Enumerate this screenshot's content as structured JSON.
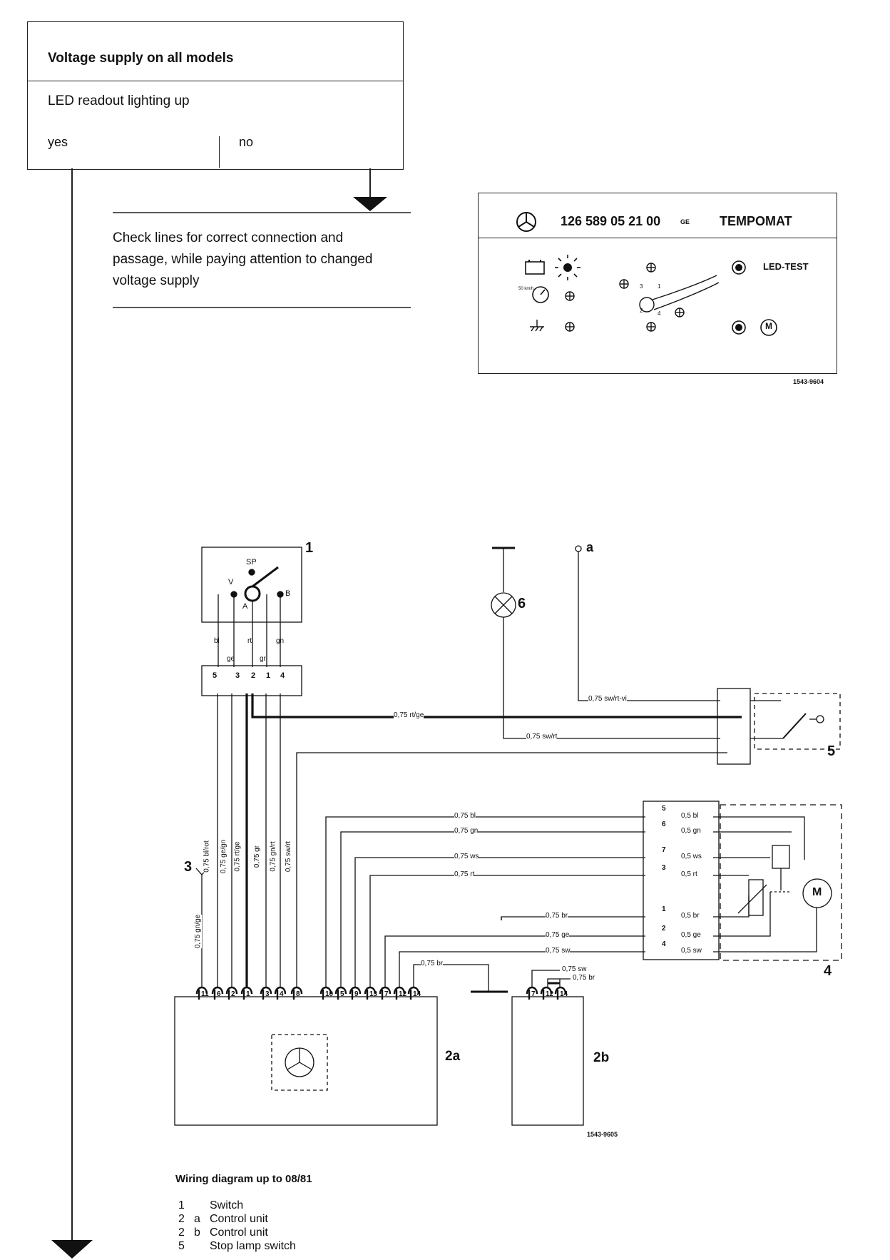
{
  "flow": {
    "title": "Voltage supply on all models",
    "question": "LED readout lighting up",
    "yes": "yes",
    "no": "no",
    "check_text": [
      "Check lines for correct connection and",
      "passage, while paying attention to changed",
      "voltage supply"
    ]
  },
  "panel": {
    "part_number": "126 589 05 21 00",
    "suffix": "GE",
    "name": "TEMPOMAT",
    "led_test": "LED-TEST",
    "motor_label": "M",
    "fig_id": "1543-9604",
    "speed": "50 km/h"
  },
  "wiring": {
    "fig_id": "1543-9605",
    "switch_labels": {
      "sp": "SP",
      "v": "V",
      "a": "A",
      "b": "B"
    },
    "comp_1": "1",
    "comp_6": "6",
    "comp_a": "a",
    "comp_3": "3",
    "comp_5": "5",
    "comp_4": "4",
    "comp_2a": "2a",
    "comp_2b": "2b",
    "top_colors": [
      "bl",
      "ge",
      "rt",
      "gr",
      "gn"
    ],
    "switch_pins": [
      "5",
      "3",
      "2",
      "1",
      "4"
    ],
    "harness_wires": [
      "0,75 bl/rot",
      "0,75 ge/gn",
      "0,75 rt/ge",
      "0,75 gr",
      "0,75 gn/rt",
      "0,75 sw/rt"
    ],
    "w_rtge": "0,75 rt/ge",
    "w_swrt": "0,75 sw/rt",
    "w_swrtvi": "0,75 sw/rt-vi",
    "w_gnge": "0,75 gn/ge",
    "left_wires": [
      "0,75 bl",
      "0,75 gn",
      "0,75 ws",
      "0,75 rt",
      "0,75 br",
      "0,75 ge",
      "0,75 sw",
      "0,75 br"
    ],
    "right_wires": [
      "0,5 bl",
      "0,5 gn",
      "0,5 ws",
      "0,5 rt",
      "0,5 br",
      "0,5 ge",
      "0,5 sw"
    ],
    "conn4_pins": [
      "5",
      "6",
      "7",
      "3",
      "1",
      "2",
      "4"
    ],
    "pins_2a": [
      "11",
      "6",
      "2",
      "1",
      "3",
      "4",
      "8",
      "10",
      "5",
      "9",
      "13",
      "7",
      "12",
      "14"
    ],
    "pins_2b": [
      "7",
      "12",
      "14"
    ],
    "w2b_sw": "0,75 sw",
    "w2b_br": "0,75 br",
    "motor_label": "M"
  },
  "legend": {
    "title": "Wiring diagram up to 08/81",
    "items": [
      {
        "num": "1",
        "sub": "",
        "text": "Switch"
      },
      {
        "num": "2",
        "sub": "a",
        "text": "Control unit"
      },
      {
        "num": "2",
        "sub": "b",
        "text": "Control unit"
      },
      {
        "num": "5",
        "sub": "",
        "text": "Stop lamp switch"
      }
    ]
  }
}
